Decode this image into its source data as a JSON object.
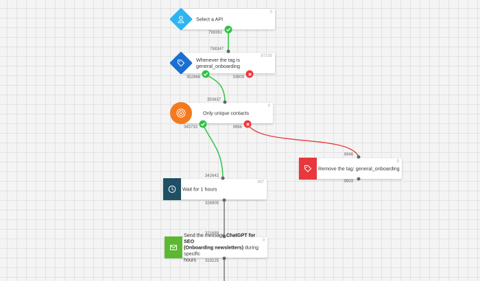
{
  "nodes": {
    "api": {
      "label": "Select a API",
      "count": "0"
    },
    "tag_trigger": {
      "label_line1": "Whenever the tag is",
      "label_line2": "general_onboarding",
      "count": "87235"
    },
    "unique": {
      "label": "Only unique contacts",
      "count": "0"
    },
    "remove_tag": {
      "label": "Remove the tag: general_onboarding",
      "count": "0"
    },
    "wait": {
      "label": "Wait for 1 hours",
      "count": "387"
    },
    "send": {
      "prefix": "Send the message ",
      "bold1": "ChatGPT for SEO",
      "bold2": "(Onboarding newsletters)",
      "suffix1": " during specific",
      "suffix2": "hours",
      "count": "0"
    }
  },
  "ports": {
    "api_out": "798361",
    "tag_in": "798347",
    "tag_yes": "352868",
    "tag_no": "33909",
    "unique_in": "350837",
    "unique_yes": "340733",
    "unique_no": "9966",
    "remove_in": "9946",
    "remove_out": "9903",
    "wait_in": "342642",
    "wait_out": "326905",
    "send_in": "321689",
    "send_out": "319225"
  },
  "colors": {
    "api_icon": "#2eb5f0",
    "tag_icon": "#1a6fd1",
    "unique_icon": "#f47a20",
    "remove_icon": "#e8383d",
    "wait_icon": "#1e4f63",
    "send_icon": "#5cb832",
    "yes_line": "#2fc244",
    "no_line": "#e8383d",
    "neutral_line": "#777777"
  },
  "icons": {
    "api": "user-icon",
    "tag_trigger": "tag-icon",
    "unique": "target-icon",
    "remove_tag": "tag-icon",
    "wait": "clock-icon",
    "send": "envelope-icon"
  }
}
